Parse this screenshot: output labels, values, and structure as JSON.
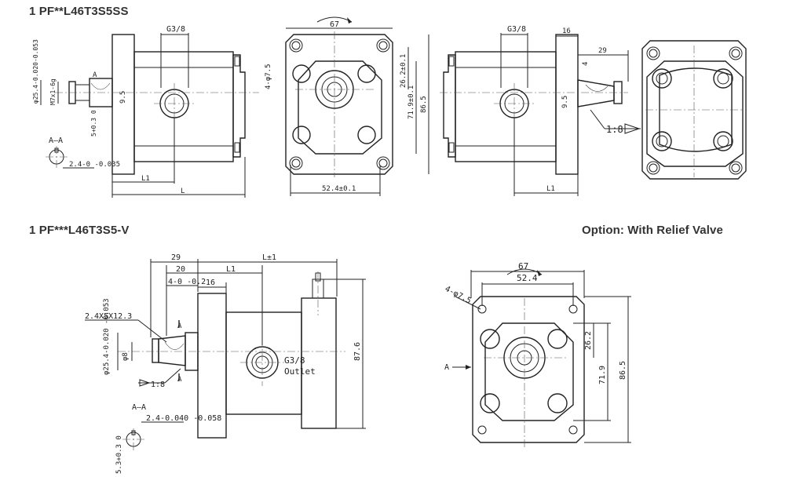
{
  "headings": {
    "section1": "1 PF**L46T3S5SS",
    "section2": "1 PF***L46T3S5-V",
    "option": "Option: With Relief Valve"
  },
  "dims_top": {
    "g38_a": "G3/8",
    "phi25": "φ25.4-0.020-0.053",
    "m7": "M7x1-6g",
    "a_mark": "A",
    "d95": "9.5",
    "d5": "5+0.3 0",
    "aa": "A—A",
    "d24": "2.4-0 -0.035",
    "l1_a": "L1",
    "l_a": "L",
    "d67_a": "67",
    "holes_a": "4-φ7.5",
    "d262_a": "26.2±0.1",
    "d719_a": "71.9±0.1",
    "d865_a": "86.5",
    "d524_a": "52.4±0.1",
    "g38_b": "G3/8",
    "d16_a": "16",
    "d29_a": "29",
    "d4_a": "4",
    "d95_b": "9.5",
    "taper_a": "1:8",
    "l1_b": "L1"
  },
  "dims_bottom": {
    "d29": "29",
    "d20": "20",
    "l_pm1": "L±1",
    "l1": "L1",
    "d4": "4-0 -0.2",
    "d16": "16",
    "key": "2.4X5X12.3",
    "a1": "A",
    "a2": "A",
    "phi8": "φ8",
    "phi254": "φ25.4-0.020 -0.053",
    "taper": "1:8",
    "g38": "G3/8",
    "outlet": "Outlet",
    "d876": "87.6",
    "aa": "A—A",
    "d24": "2.4-0.040 -0.058",
    "d53": "5.3+0.3 0",
    "d67": "67",
    "d524": "52.4",
    "holes": "4-φ7.5",
    "d262": "26.2",
    "d719": "71.9",
    "d865": "86.5",
    "a_arrow": "A"
  }
}
